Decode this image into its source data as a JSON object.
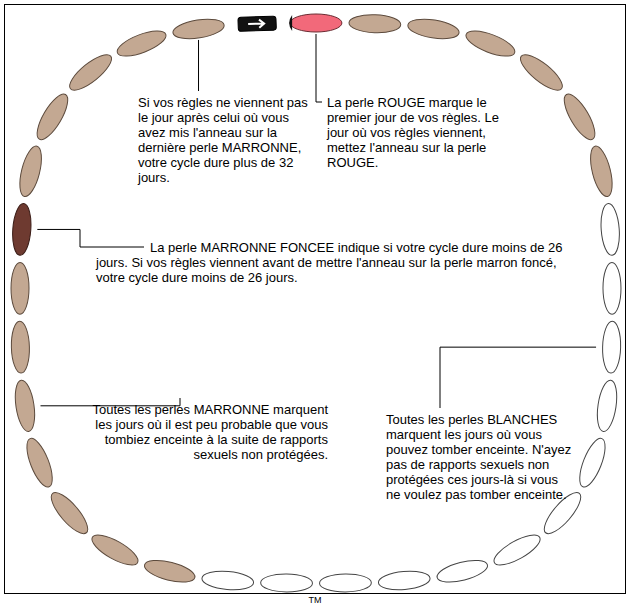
{
  "diagram": {
    "labels": [
      "Si vos règles ne viennent pas le jour après celui où vous avez mis l'anneau sur la dernière perle MARRONNE, votre cycle dure plus de 32 jours.",
      "La perle ROUGE marque le premier jour de vos règles. Le jour où vos règles viennent, mettez l'anneau sur la perle ROUGE.",
      "La perle MARRONNE FONCEE indique si votre cycle dure moins de 26 jours. Si vos règles viennent avant de mettre l'anneau sur la perle marron foncé, votre cycle dure moins de 26 jours.",
      "Toutes les perles MARRONNE marquent les jours où il est peu probable que vous tombiez enceinte à la suite de rapports sexuels non protégées.",
      "Toutes les perles BLANCHES marquent les jours où vous pouvez tomber enceinte. N'ayez pas de rapports sexuels non protégées ces jours-là si vous ne voulez pas tomber enceinte.",
      "TM"
    ]
  }
}
